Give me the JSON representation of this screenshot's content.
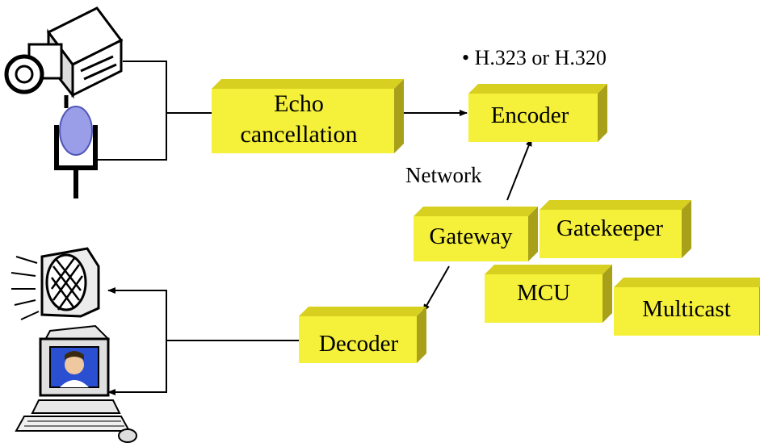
{
  "note": "• H.323 or H.320",
  "network_label": "Network",
  "boxes": {
    "echo": {
      "line1": "Echo",
      "line2": "cancellation"
    },
    "encoder": "Encoder",
    "gateway": "Gateway",
    "gatekeeper": "Gatekeeper",
    "mcu": "MCU",
    "multicast": "Multicast",
    "decoder": "Decoder"
  },
  "icons": [
    "video-camera-icon",
    "microphone-icon",
    "speaker-icon",
    "computer-monitor-icon"
  ],
  "colors": {
    "box_front": "#F5F03A",
    "box_top": "#D8D020",
    "box_side": "#A8A018",
    "line": "#000000"
  }
}
